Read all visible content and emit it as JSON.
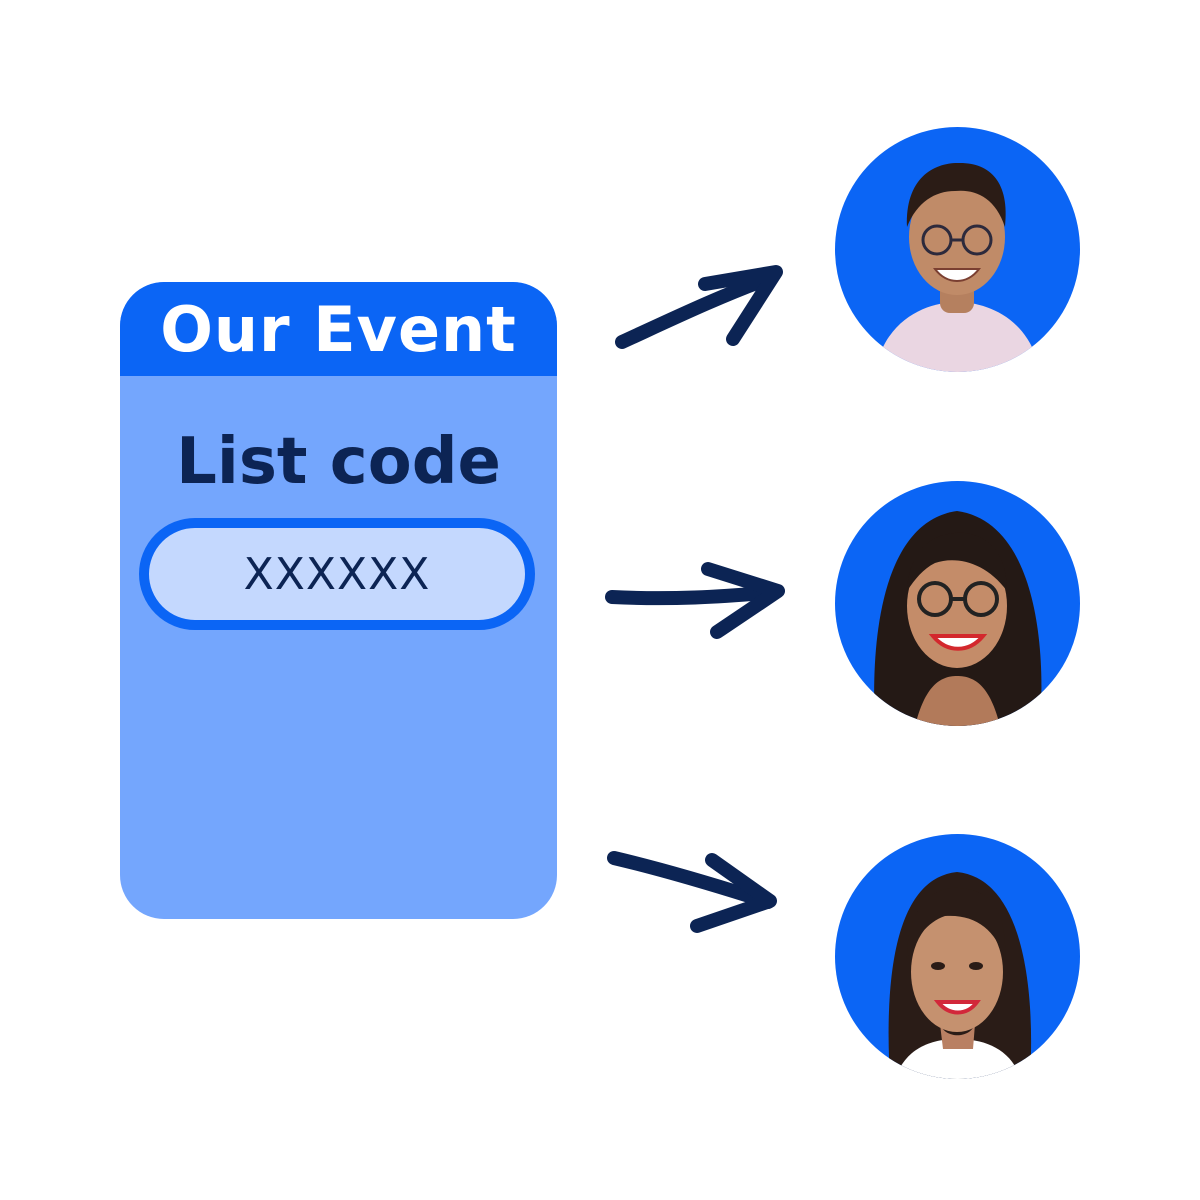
{
  "card": {
    "title": "Our Event",
    "code_label": "List code",
    "code_value": "XXXXXX"
  },
  "recipients": [
    {
      "icon": "person-avatar-icon"
    },
    {
      "icon": "person-avatar-icon"
    },
    {
      "icon": "person-avatar-icon"
    }
  ],
  "colors": {
    "accent": "#0b65f5",
    "card_body": "#74a6fd",
    "field_fill": "#c4d8fe",
    "navy": "#0c2454"
  }
}
